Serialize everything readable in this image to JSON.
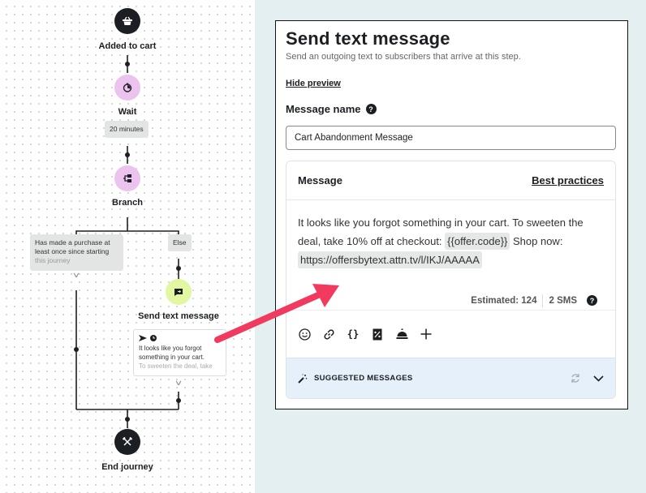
{
  "canvas": {
    "nodes": {
      "trigger": {
        "label": "Added to cart",
        "icon": "basket-icon"
      },
      "wait": {
        "label": "Wait",
        "duration": "20 minutes",
        "icon": "timer-icon"
      },
      "branch": {
        "label": "Branch",
        "icon": "branch-icon"
      },
      "sms": {
        "label": "Send text message",
        "icon": "message-icon"
      },
      "end": {
        "label": "End journey",
        "icon": "end-icon"
      }
    },
    "branches": {
      "condition": {
        "line1": "Has made a purchase at",
        "line2": "least once since starting",
        "line3": "this journey"
      },
      "else": "Else"
    },
    "preview": {
      "line1": "It looks like you forgot",
      "line2": "something in your cart.",
      "line3": "To sweeten the deal, take"
    }
  },
  "panel": {
    "title": "Send text message",
    "subtitle": "Send an outgoing text to subscribers that arrive at this step.",
    "hide_preview": "Hide preview",
    "message_name_label": "Message name",
    "message_name_value": "Cart Abandonment Message",
    "message": {
      "label": "Message",
      "best_practices": "Best practices",
      "text_part1": "It looks like you forgot something in your cart. To sweeten the deal, take 10% off at checkout: ",
      "token_offer": "{{offer.code}}",
      "text_part2": " Shop now: ",
      "token_link": "https://offersbytext.attn.tv/l/IKJ/AAAAA",
      "estimated": "Estimated: 124",
      "sms_count": "2 SMS"
    },
    "toolbar": [
      "emoji-icon",
      "link-icon",
      "variable-icon",
      "offer-icon",
      "concierge-icon",
      "add-icon"
    ],
    "suggested": {
      "label": "SUGGESTED MESSAGES"
    }
  },
  "colors": {
    "arrow": "#f23a5e",
    "pink_node": "#ecc3ee",
    "lime_node": "#e1f7a1",
    "suggest_bg": "#e6f0fb",
    "page_bg": "#e4eff1"
  }
}
